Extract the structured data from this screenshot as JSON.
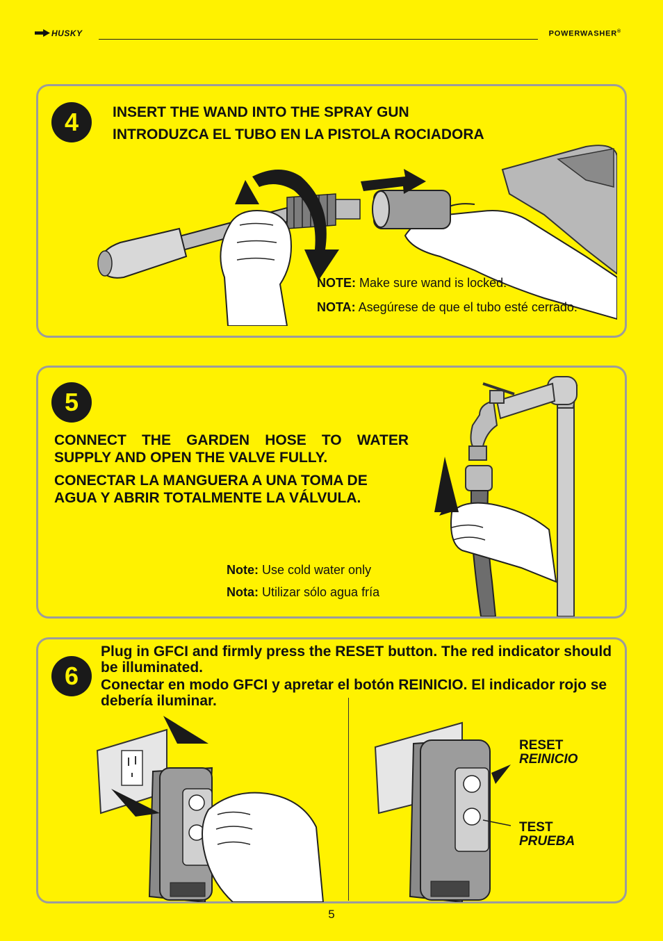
{
  "header": {
    "logo_text": "HUSKY",
    "brand": "POWERWASHER",
    "brand_mark": "®"
  },
  "step4": {
    "number": "4",
    "title_en": "INSERT THE WAND INTO THE SPRAY GUN",
    "title_es": "INTRODUZCA EL TUBO EN LA PISTOLA ROCIADORA",
    "note_label_en": "NOTE:",
    "note_en": " Make sure wand is locked.",
    "note_label_es": "NOTA:",
    "note_es": " Asegúrese de que el tubo esté cerrado."
  },
  "step5": {
    "number": "5",
    "title_en": "CONNECT THE GARDEN HOSE TO WATER SUPPLY AND OPEN THE VALVE FULLY.",
    "title_es": "CONECTAR LA MANGUERA A UNA TOMA DE AGUA Y ABRIR TOTALMENTE LA VÁLVULA.",
    "note_label_en": "Note:",
    "note_en": " Use cold water only",
    "note_label_es": "Nota:",
    "note_es": " Utilizar sólo agua fría"
  },
  "step6": {
    "number": "6",
    "title_en": "Plug in GFCI and firmly press the RESET button. The red indicator should be illuminated.",
    "title_es": "Conectar en modo GFCI y apretar el botón REINICIO. El indicador rojo se debería iluminar.",
    "reset_en": "RESET",
    "reset_es": "REINICIO",
    "test_en": "TEST",
    "test_es": "PRUEBA",
    "device_reset": "RESET",
    "device_test": "TEST"
  },
  "page_number": "5"
}
